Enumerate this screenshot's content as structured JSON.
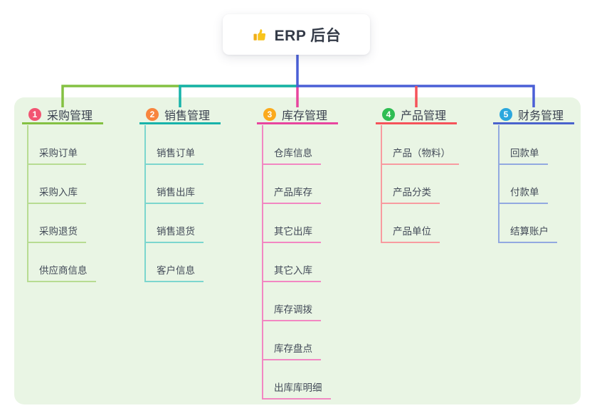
{
  "root": {
    "title": "ERP 后台",
    "icon": "thumbs-up"
  },
  "colors": {
    "panel_bg": "#e9f5e4",
    "stem_blue": "#4a5fd6",
    "label_text": "#3b4250"
  },
  "branches": [
    {
      "index": "1",
      "label": "采购管理",
      "badge_color": "#f25472",
      "line_color": "#84c142",
      "child_line_color": "#b7dc92",
      "children": [
        "采购订单",
        "采购入库",
        "采购退货",
        "供应商信息"
      ]
    },
    {
      "index": "2",
      "label": "销售管理",
      "badge_color": "#f8853e",
      "line_color": "#17b3aa",
      "child_line_color": "#7cd6ce",
      "children": [
        "销售订单",
        "销售出库",
        "销售退货",
        "客户信息"
      ]
    },
    {
      "index": "3",
      "label": "库存管理",
      "badge_color": "#fbaa1c",
      "line_color": "#e8459e",
      "child_line_color": "#f287c2",
      "children": [
        "仓库信息",
        "产品库存",
        "其它出库",
        "其它入库",
        "库存调拨",
        "库存盘点",
        "出库库明细"
      ]
    },
    {
      "index": "4",
      "label": "产品管理",
      "badge_color": "#2ebd52",
      "line_color": "#f5535a",
      "child_line_color": "#f89ba0",
      "children": [
        "产品（物料）",
        "产品分类",
        "产品单位"
      ]
    },
    {
      "index": "5",
      "label": "财务管理",
      "badge_color": "#2ba7dd",
      "line_color": "#4a63cd",
      "child_line_color": "#92a9e0",
      "children": [
        "回款单",
        "付款单",
        "结算账户"
      ]
    }
  ]
}
